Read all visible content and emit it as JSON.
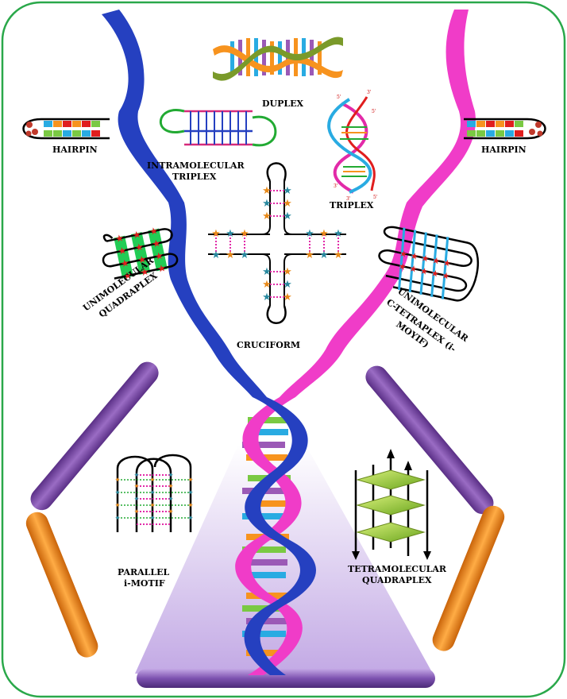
{
  "labels": {
    "duplex": "DUPLEX",
    "intramolecular_triplex_1": "INTRAMOLECULAR",
    "intramolecular_triplex_2": "TRIPLEX",
    "triplex": "TRIPLEX",
    "hairpin_left": "HAIRPIN",
    "hairpin_right": "HAIRPIN",
    "unimolecular_quadraplex_1": "UNIMOLECULAR",
    "unimolecular_quadraplex_2": "QUADRAPLEX",
    "cruciform": "CRUCIFORM",
    "c_tetraplex_1": "UNIMOLECULAR",
    "c_tetraplex_2": "C-TETRAPLEX (i-",
    "c_tetraplex_3": "MOYIF)",
    "parallel_imotif_1": "PARALLEL",
    "parallel_imotif_2": "i-MOTIF",
    "tetramolecular_1": "TETRAMOLECULAR",
    "tetramolecular_2": "QUADRAPLEX"
  },
  "strand_end_labels": {
    "five_prime": "5'",
    "three_prime": "3'"
  },
  "colors": {
    "border": "#2aa84a",
    "blue_strand": "#2540c0",
    "pink_strand": "#f03cc8",
    "purple_rod": "#7b4aa0",
    "orange_rod": "#f08a1a",
    "base_green": "#7ac943",
    "base_orange": "#f7931e",
    "base_purple": "#9b59b6",
    "base_cyan": "#29abe2",
    "loop_green": "#22aa33",
    "quad_green": "#22cc55",
    "star_red": "#e01e1e",
    "star_orange": "#e88a1a",
    "star_teal": "#2a8aa0"
  }
}
